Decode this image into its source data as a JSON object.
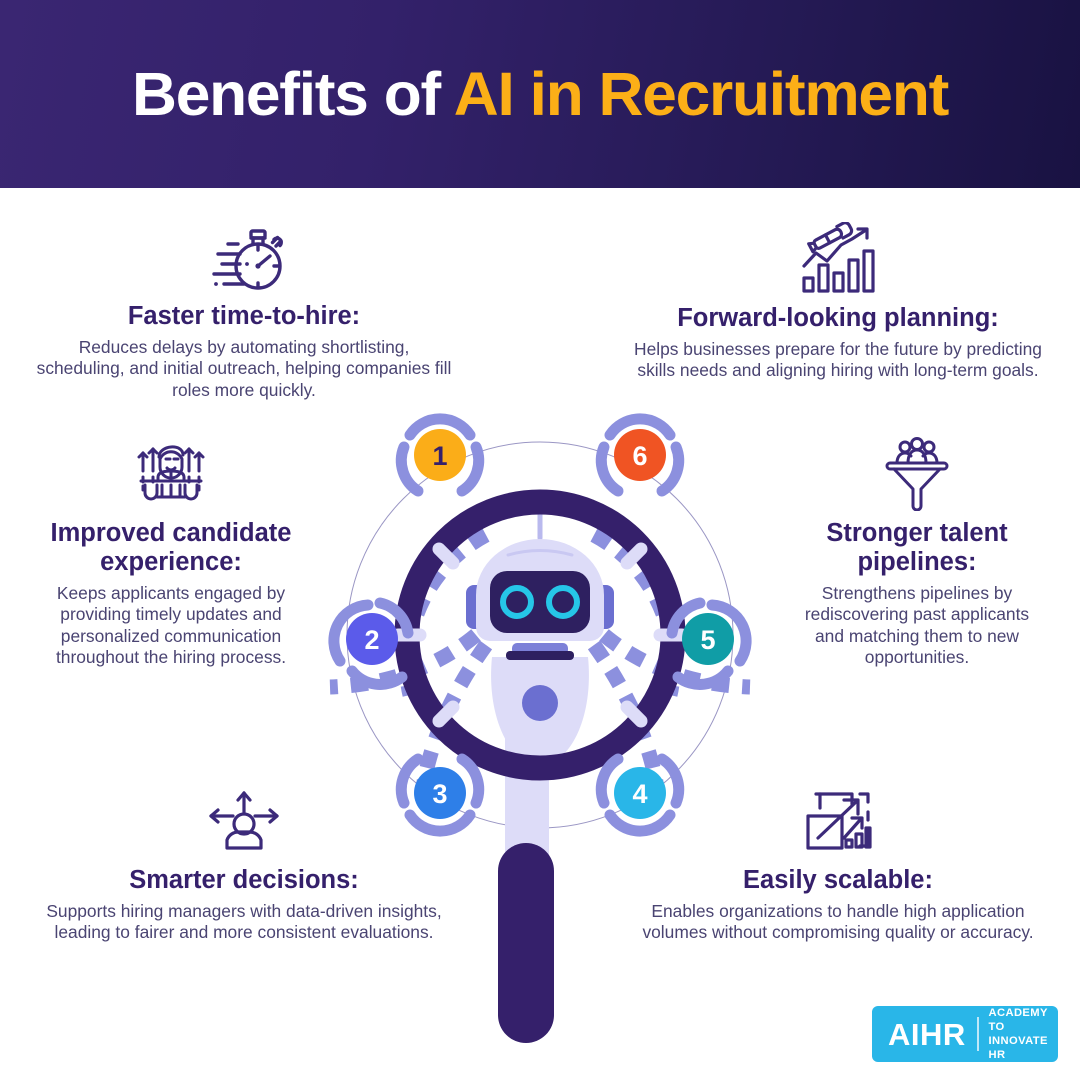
{
  "header": {
    "title_plain": "Benefits of ",
    "title_highlight": "AI in Recruitment",
    "bg_gradient_from": "#3a2672",
    "bg_gradient_to": "#191242",
    "highlight_color": "#FCAF17",
    "text_color": "#FFFFFF"
  },
  "theme": {
    "title_color": "#35206b",
    "body_color": "#4a4472",
    "icon_color": "#3c2a7a",
    "page_bg": "#FFFFFF",
    "robot_body": "#E0DEFA",
    "robot_dark": "#2E2060",
    "robot_eye": "#26C6E8",
    "ring_light": "#8C90DE",
    "lens_dark": "#2E2060",
    "handle_light": "#DDDCF8"
  },
  "benefits": [
    {
      "number": "1",
      "badge_color": "#FBAD18",
      "badge_text_color": "#35206b",
      "icon": "stopwatch-speed-icon",
      "title": "Faster time-to-hire:",
      "body": "Reduces delays by automating shortlisting, scheduling, and initial outreach, helping companies fill roles more quickly."
    },
    {
      "number": "2",
      "badge_color": "#5B5BEA",
      "badge_text_color": "#FFFFFF",
      "icon": "candidate-growth-icon",
      "title": "Improved candidate experience:",
      "body": "Keeps applicants engaged by providing timely updates and personalized communication throughout the hiring process."
    },
    {
      "number": "3",
      "badge_color": "#2E7FE8",
      "badge_text_color": "#FFFFFF",
      "icon": "decision-arrows-person-icon",
      "title": "Smarter decisions:",
      "body": "Supports hiring managers with data-driven insights, leading to fairer and more consistent evaluations."
    },
    {
      "number": "4",
      "badge_color": "#29B6E8",
      "badge_text_color": "#FFFFFF",
      "icon": "scale-expand-chart-icon",
      "title": "Easily scalable:",
      "body": "Enables organizations to handle high application volumes without compromising quality or accuracy."
    },
    {
      "number": "5",
      "badge_color": "#109DA6",
      "badge_text_color": "#FFFFFF",
      "icon": "talent-funnel-icon",
      "title": "Stronger talent pipelines:",
      "body": "Strengthens pipelines by rediscovering past applicants and matching them to new opportunities."
    },
    {
      "number": "6",
      "badge_color": "#F05423",
      "badge_text_color": "#FFFFFF",
      "icon": "telescope-bar-chart-icon",
      "title": "Forward-looking planning:",
      "body": "Helps businesses prepare for the future by predicting skills needs and aligning hiring with long-term goals."
    }
  ],
  "center_graphic": {
    "name": "magnifying-glass-robot-illustration",
    "badge_numbers": [
      "1",
      "6",
      "2",
      "5",
      "3",
      "4"
    ]
  },
  "logo": {
    "brand": "AIHR",
    "tagline_line1": "ACADEMY TO",
    "tagline_line2": "INNOVATE HR",
    "bg_color": "#29B6E8"
  }
}
